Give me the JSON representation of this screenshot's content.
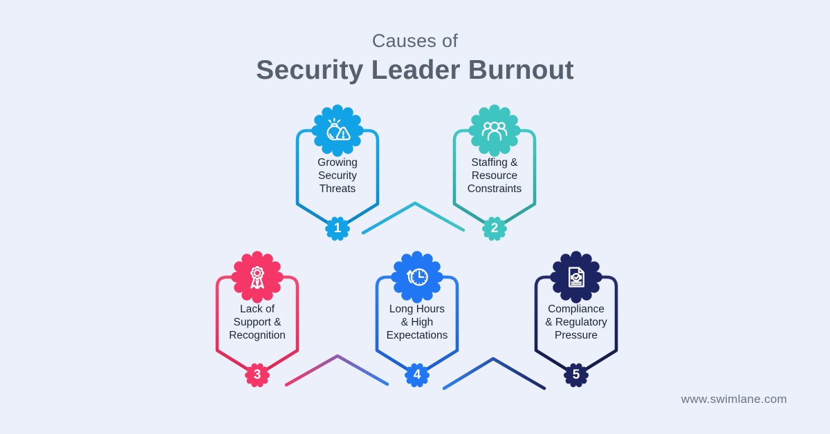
{
  "page": {
    "background": "#ECF0FA"
  },
  "title": {
    "eyebrow": "Causes of",
    "main": "Security Leader Burnout",
    "color": "#57606E"
  },
  "cards": [
    {
      "number": "1",
      "lines": [
        "Growing",
        "Security",
        "Threats"
      ],
      "color": "#12A3E6",
      "icon": "bomb-threat-icon"
    },
    {
      "number": "2",
      "lines": [
        "Staffing &",
        "Resource",
        "Constraints"
      ],
      "color": "#3EC4C1",
      "icon": "team-icon"
    },
    {
      "number": "3",
      "lines": [
        "Lack of",
        "Support &",
        "Recognition"
      ],
      "color": "#F43767",
      "icon": "award-ribbon-icon"
    },
    {
      "number": "4",
      "lines": [
        "Long Hours",
        "& High",
        "Expectations"
      ],
      "color": "#2176F3",
      "icon": "overtime-clock-icon"
    },
    {
      "number": "5",
      "lines": [
        "Compliance",
        "& Regulatory",
        "Pressure"
      ],
      "color": "#1C2562",
      "icon": "compliance-document-icon"
    }
  ],
  "connectors": [
    {
      "between": "1-2",
      "colors": [
        "#1EA9E6",
        "#42C6C2"
      ]
    },
    {
      "between": "3-4",
      "colors": [
        "#F43767",
        "#2E80F2"
      ]
    },
    {
      "between": "4-5",
      "colors": [
        "#2E80F2",
        "#1C2562"
      ]
    }
  ],
  "footer": {
    "website": "www.swimlane.com"
  }
}
